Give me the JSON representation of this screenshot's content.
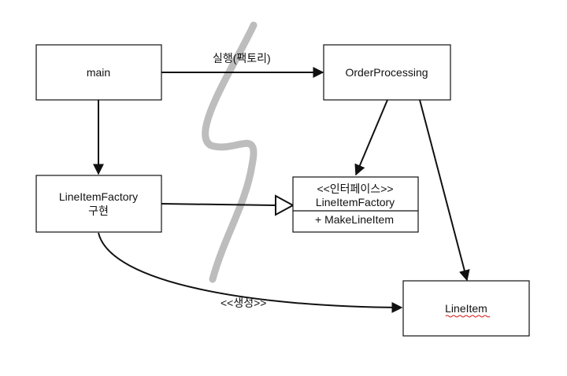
{
  "nodes": {
    "main": {
      "label": "main"
    },
    "order_processing": {
      "label": "OrderProcessing"
    },
    "line_item_factory_impl": {
      "label_line1": "LineItemFactory",
      "label_line2": "구현"
    },
    "line_item_factory_interface": {
      "stereotype": "<<인터페이스>>",
      "name": "LineItemFactory",
      "method": "+  MakeLineItem"
    },
    "line_item": {
      "label": "LineItem"
    }
  },
  "edges": {
    "execute_factory_label": "실행(팩토리)",
    "create_label": "<<생성>>"
  },
  "colors": {
    "stroke": "#111111",
    "separator": "#bdbdbd",
    "spellcheck": "#d81b1b"
  }
}
